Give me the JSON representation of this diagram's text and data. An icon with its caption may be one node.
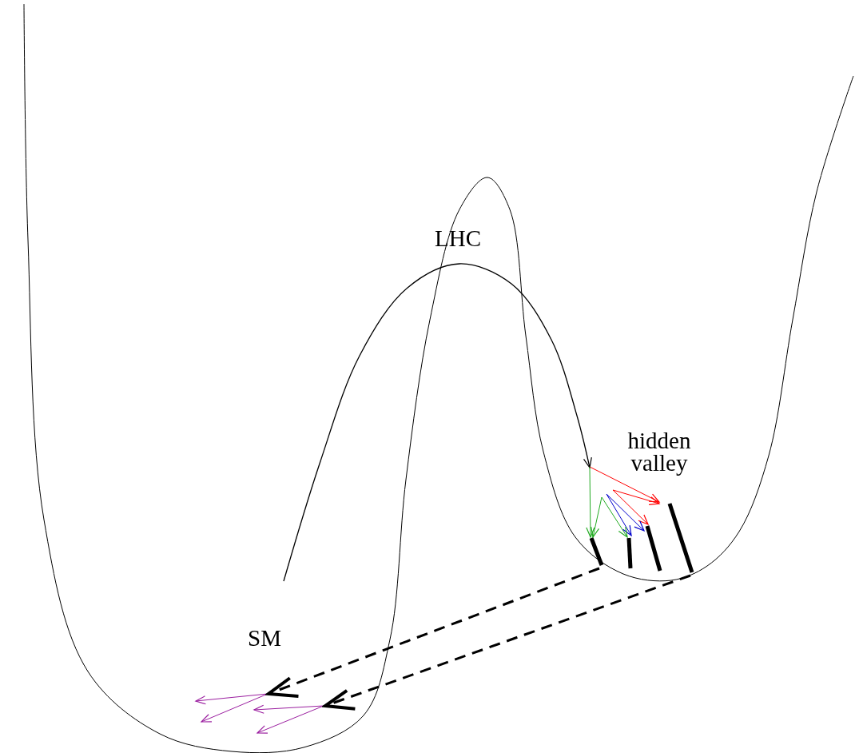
{
  "diagram": {
    "nodes": [
      {
        "text": [
          "LHC"
        ]
      },
      {
        "text": [
          "hidden valley"
        ]
      },
      {
        "text": [],
        "shape": "bar"
      },
      {
        "text": [],
        "shape": "bar"
      },
      {
        "text": [],
        "shape": "bar"
      },
      {
        "text": [],
        "shape": "bar"
      },
      {
        "text": [
          "SM"
        ]
      }
    ],
    "edges": [
      {
        "from": 2,
        "to": null,
        "arrow": "to",
        "style": "dashed",
        "color": "#000000"
      },
      {
        "from": 5,
        "to": null,
        "arrow": "to",
        "style": "dashed",
        "color": "#000000"
      },
      {
        "from": null,
        "to": 5,
        "arrow": "to",
        "color": "#ff0000"
      },
      {
        "from": null,
        "to": 5,
        "arrow": "to",
        "color": "#ff0000"
      },
      {
        "from": null,
        "to": 4,
        "arrow": "to",
        "color": "#ff0000"
      },
      {
        "from": null,
        "to": 3,
        "arrow": "to",
        "color": "#0000cc"
      },
      {
        "from": null,
        "to": 4,
        "arrow": "to",
        "color": "#0000cc"
      },
      {
        "from": null,
        "to": 2,
        "arrow": "to",
        "color": "#22aa22"
      },
      {
        "from": null,
        "to": 2,
        "arrow": "to",
        "color": "#22aa22"
      },
      {
        "from": null,
        "to": 3,
        "arrow": "to",
        "color": "#22aa22"
      }
    ]
  }
}
